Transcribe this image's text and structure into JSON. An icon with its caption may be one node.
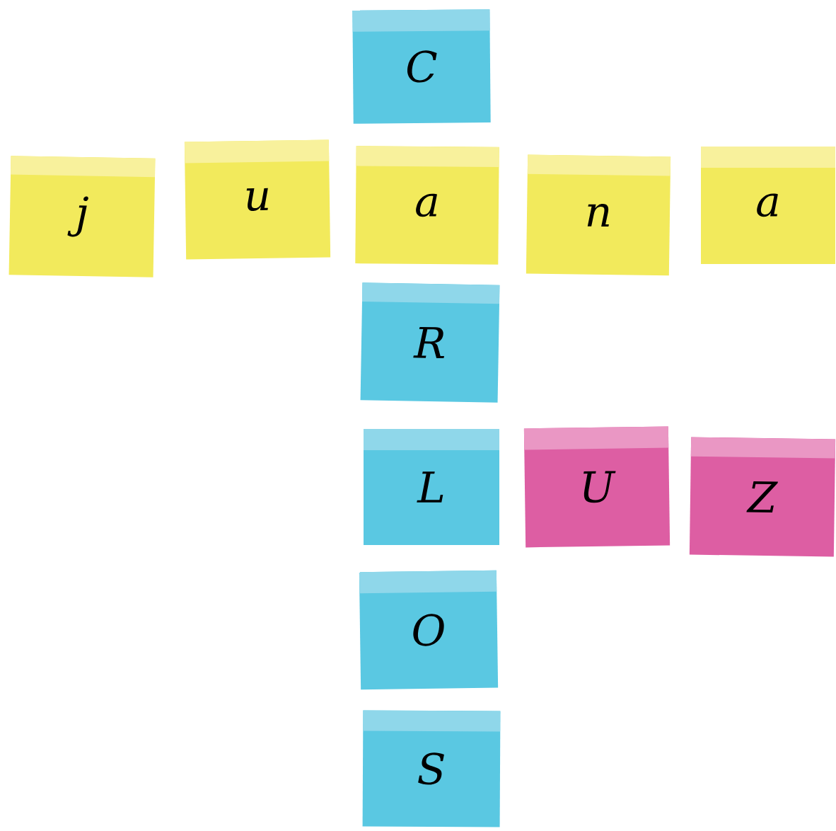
{
  "diagram": {
    "nodes": [
      {
        "text": [
          "C"
        ]
      },
      {
        "text": [
          "j"
        ]
      },
      {
        "text": [
          "u"
        ]
      },
      {
        "text": [
          "a"
        ]
      },
      {
        "text": [
          "n"
        ]
      },
      {
        "text": [
          "a"
        ]
      },
      {
        "text": [
          "R"
        ]
      },
      {
        "text": [
          "L"
        ]
      },
      {
        "text": [
          "U"
        ]
      },
      {
        "text": [
          "Z"
        ]
      },
      {
        "text": [
          "O"
        ]
      },
      {
        "text": [
          "S"
        ]
      }
    ]
  }
}
